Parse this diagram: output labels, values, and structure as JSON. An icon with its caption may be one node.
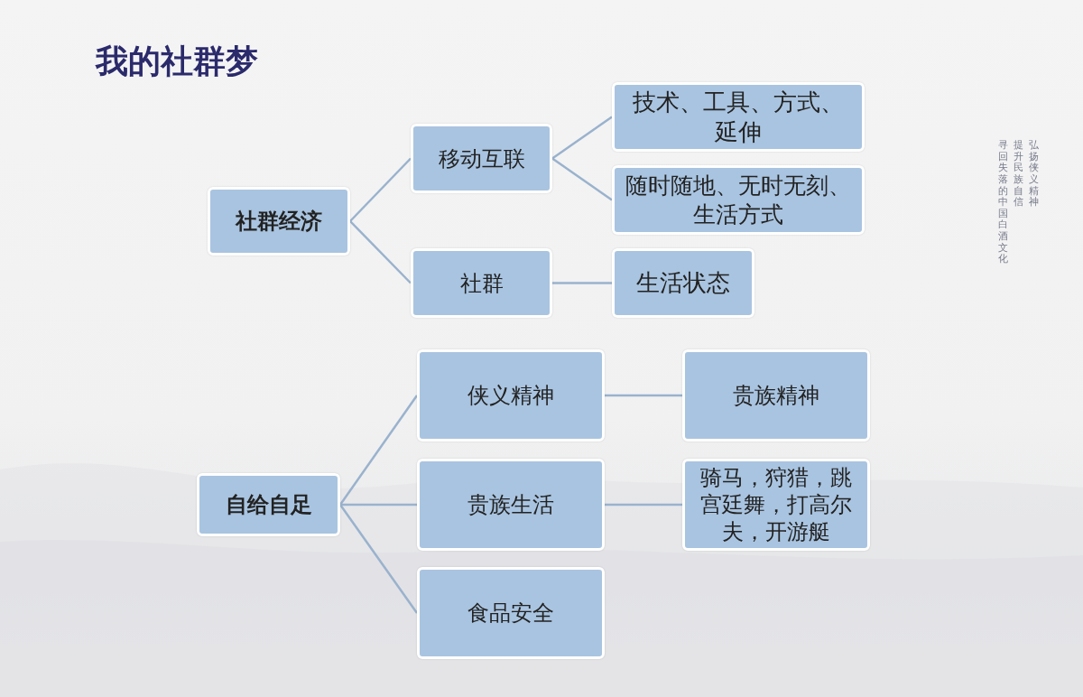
{
  "diagram": {
    "title": "我的社群梦",
    "nodes": [
      {
        "text": [
          "社群经济"
        ]
      },
      {
        "text": [
          "移动互联"
        ]
      },
      {
        "text": [
          "技术、工具、方式、延伸"
        ]
      },
      {
        "text": [
          "随时随地、无时无刻、生活方式"
        ]
      },
      {
        "text": [
          "社群"
        ]
      },
      {
        "text": [
          "生活状态"
        ]
      },
      {
        "text": [
          "自给自足"
        ]
      },
      {
        "text": [
          "侠义精神"
        ]
      },
      {
        "text": [
          "贵族精神"
        ]
      },
      {
        "text": [
          "贵族生活"
        ]
      },
      {
        "text": [
          "骑马，狩猎，跳宫廷舞，打高尔夫，开游艇"
        ]
      },
      {
        "text": [
          "食品安全"
        ]
      }
    ],
    "edges": [
      {
        "from": 0,
        "to": 1,
        "arrow": "none"
      },
      {
        "from": 0,
        "to": 4,
        "arrow": "none"
      },
      {
        "from": 1,
        "to": 2,
        "arrow": "none"
      },
      {
        "from": 1,
        "to": 3,
        "arrow": "none"
      },
      {
        "from": 4,
        "to": 5,
        "arrow": "none"
      },
      {
        "from": 6,
        "to": 7,
        "arrow": "none"
      },
      {
        "from": 6,
        "to": 9,
        "arrow": "none"
      },
      {
        "from": 6,
        "to": 11,
        "arrow": "none"
      },
      {
        "from": 7,
        "to": 8,
        "arrow": "none"
      },
      {
        "from": 9,
        "to": 10,
        "arrow": "none"
      }
    ],
    "labels": [
      "弘扬侠义精神",
      "提升民族自信",
      "寻回失落的中国白酒文化"
    ]
  }
}
